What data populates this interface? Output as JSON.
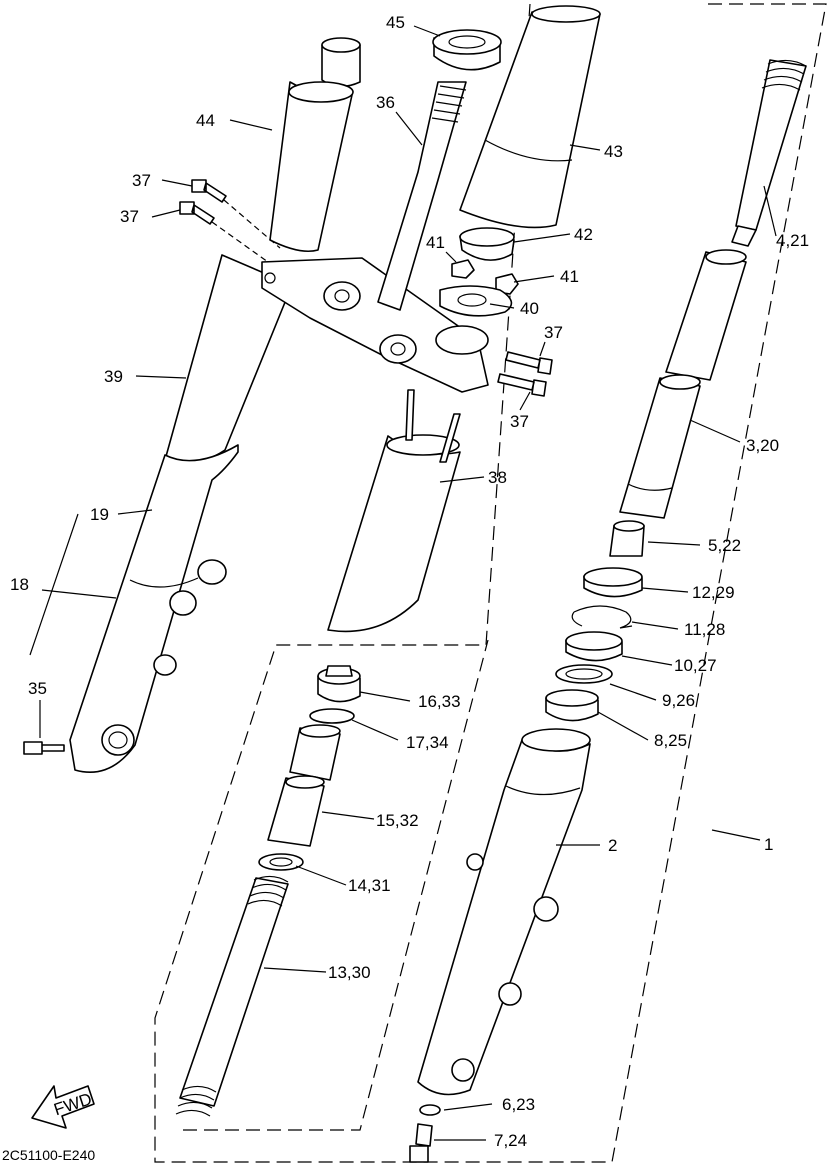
{
  "diagram": {
    "drawing_code": "2C51100-E240",
    "fwd_label": "FWD",
    "callouts": [
      {
        "id": "c1",
        "text": "1"
      },
      {
        "id": "c2",
        "text": "2"
      },
      {
        "id": "c3",
        "text": "3,20"
      },
      {
        "id": "c4",
        "text": "4,21"
      },
      {
        "id": "c5",
        "text": "5,22"
      },
      {
        "id": "c6",
        "text": "6,23"
      },
      {
        "id": "c7",
        "text": "7,24"
      },
      {
        "id": "c8",
        "text": "8,25"
      },
      {
        "id": "c9",
        "text": "9,26"
      },
      {
        "id": "c10",
        "text": "10,27"
      },
      {
        "id": "c11",
        "text": "11,28"
      },
      {
        "id": "c12",
        "text": "12,29"
      },
      {
        "id": "c13",
        "text": "13,30"
      },
      {
        "id": "c14",
        "text": "14,31"
      },
      {
        "id": "c15",
        "text": "15,32"
      },
      {
        "id": "c16",
        "text": "16,33"
      },
      {
        "id": "c17",
        "text": "17,34"
      },
      {
        "id": "c18",
        "text": "18"
      },
      {
        "id": "c19",
        "text": "19"
      },
      {
        "id": "c35",
        "text": "35"
      },
      {
        "id": "c36",
        "text": "36"
      },
      {
        "id": "c37a",
        "text": "37"
      },
      {
        "id": "c37b",
        "text": "37"
      },
      {
        "id": "c37c",
        "text": "37"
      },
      {
        "id": "c37d",
        "text": "37"
      },
      {
        "id": "c38",
        "text": "38"
      },
      {
        "id": "c39",
        "text": "39"
      },
      {
        "id": "c40",
        "text": "40"
      },
      {
        "id": "c41a",
        "text": "41"
      },
      {
        "id": "c41b",
        "text": "41"
      },
      {
        "id": "c42",
        "text": "42"
      },
      {
        "id": "c43",
        "text": "43"
      },
      {
        "id": "c44",
        "text": "44"
      },
      {
        "id": "c45",
        "text": "45"
      }
    ]
  }
}
